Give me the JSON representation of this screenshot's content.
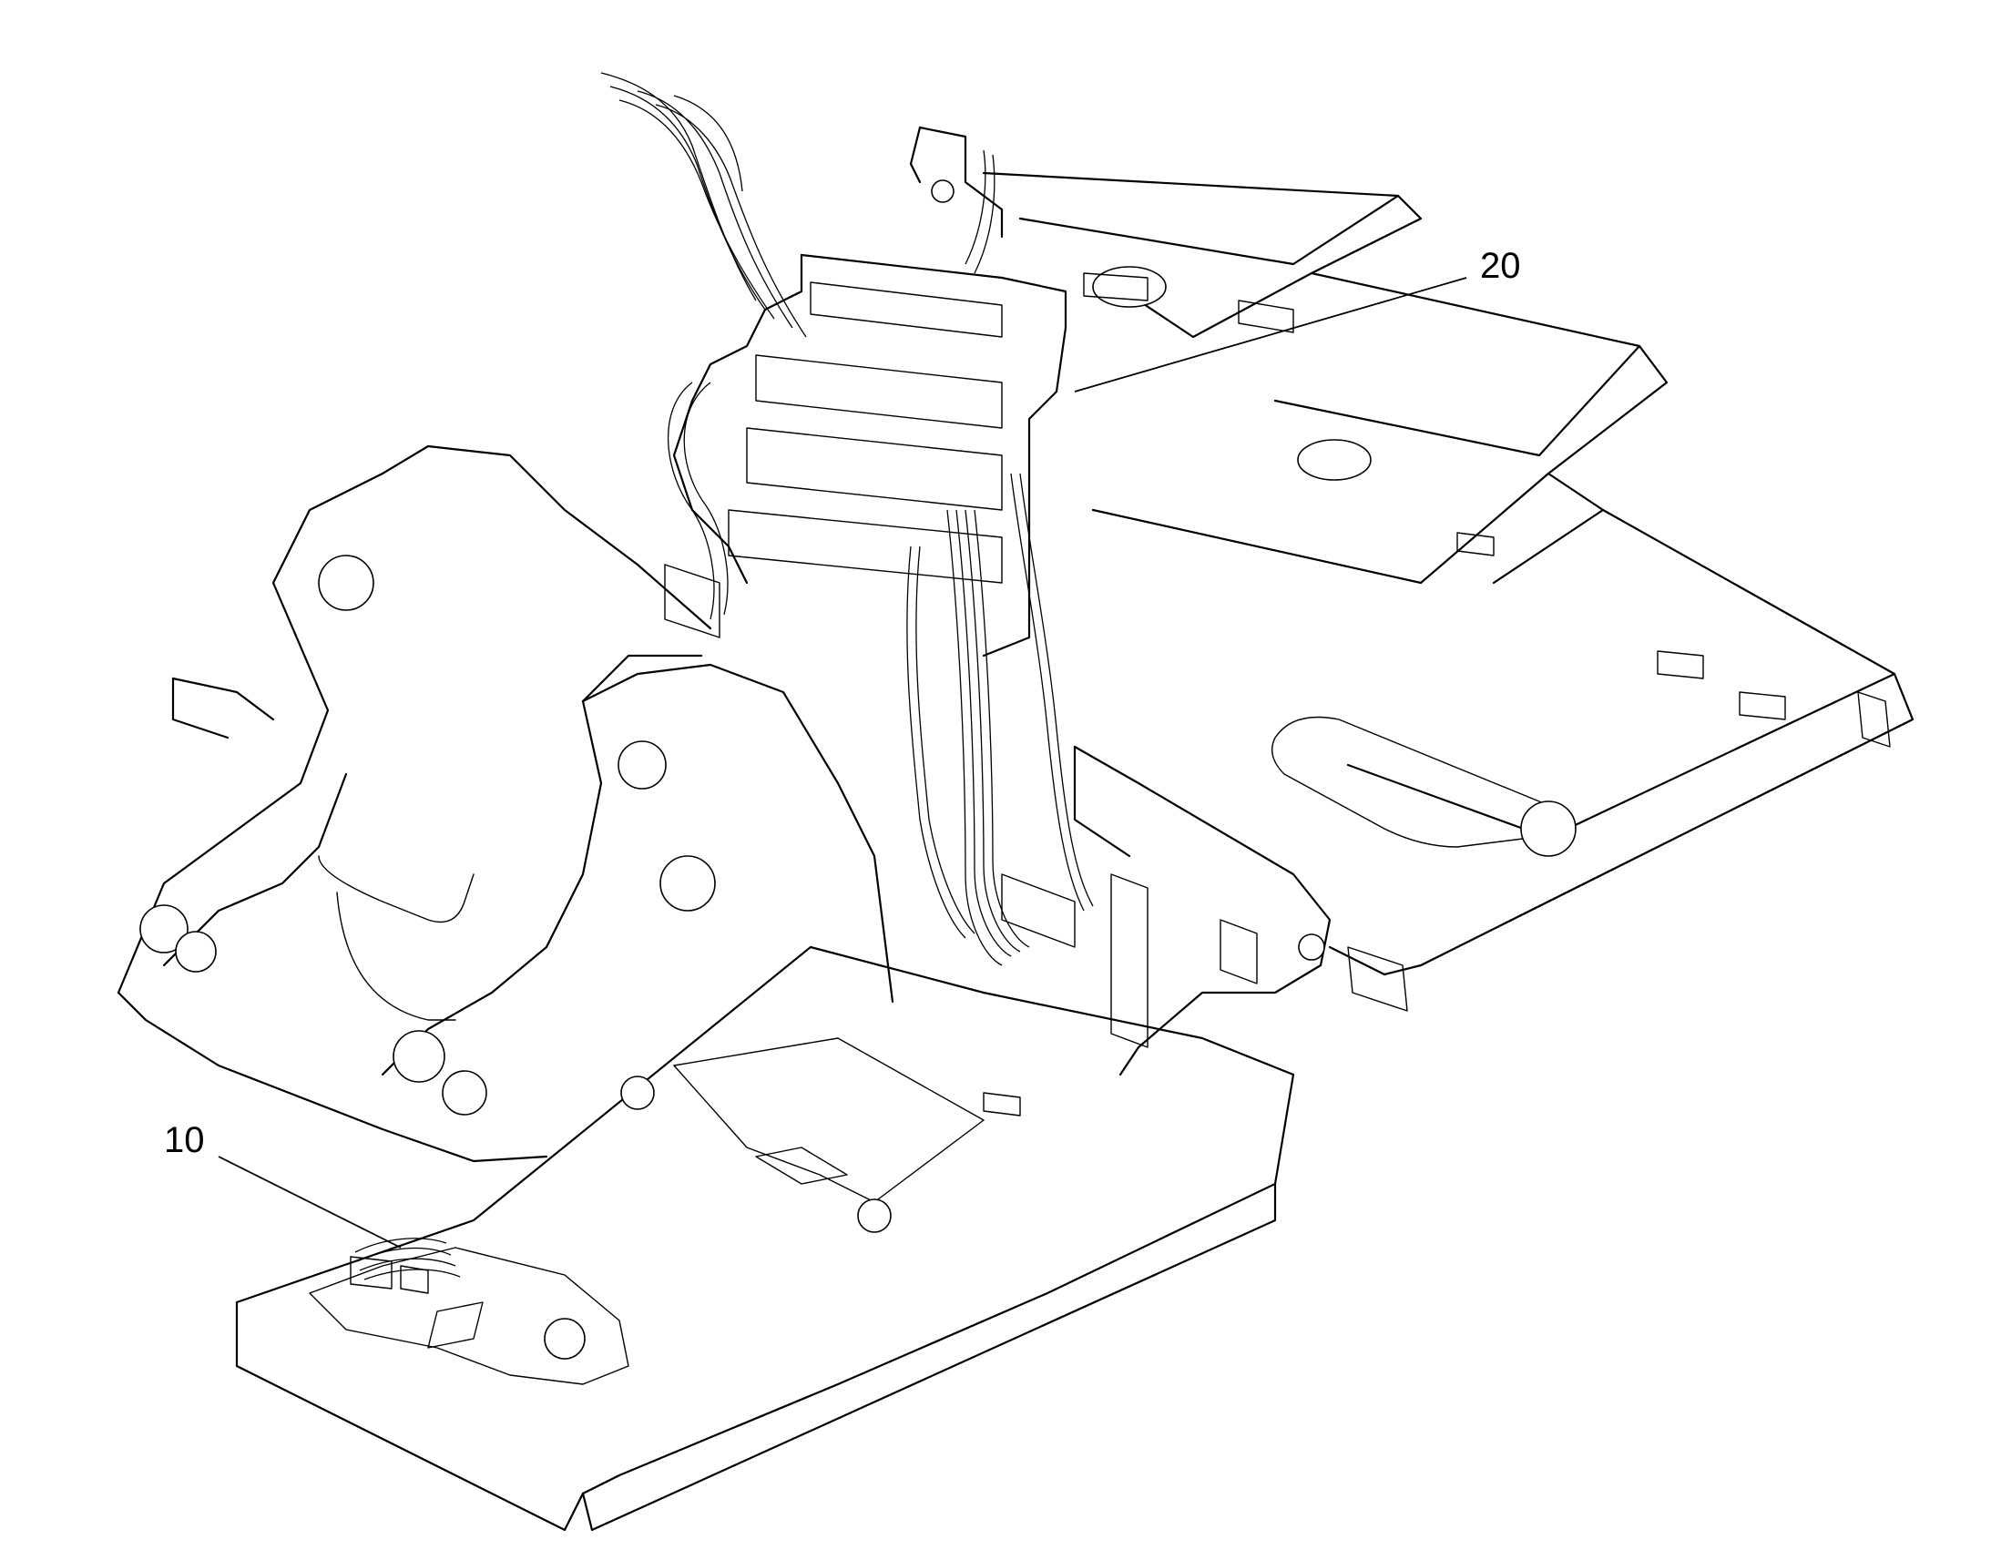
{
  "callouts": [
    {
      "id": "callout-20",
      "label": "20"
    },
    {
      "id": "callout-10",
      "label": "10"
    }
  ]
}
